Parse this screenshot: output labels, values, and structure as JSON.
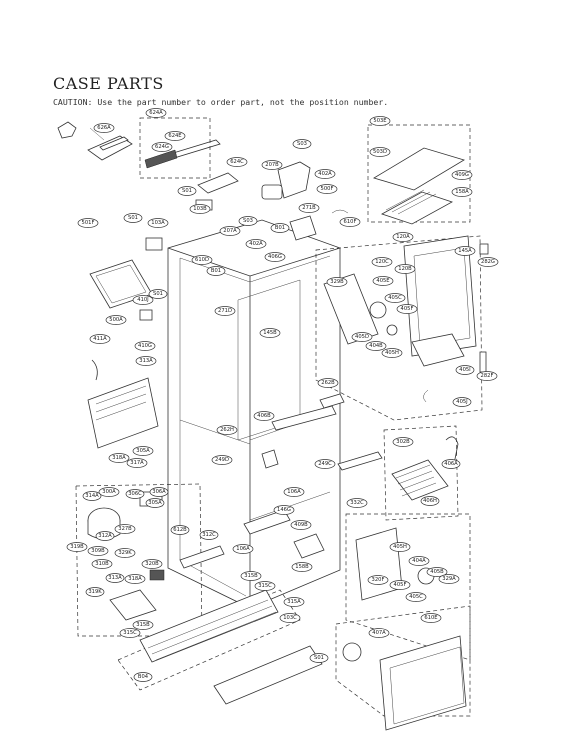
{
  "title": "CASE PARTS",
  "caution": "CAUTION: Use the part number to order part, not the position number.",
  "callouts": [
    "626A",
    "624A",
    "624E",
    "624G",
    "S03",
    "503E",
    "503D",
    "409G",
    "158A",
    "207B",
    "402A",
    "500F",
    "624C",
    "S01",
    "103B",
    "271B",
    "610F",
    "501F",
    "S01",
    "103A",
    "S03",
    "207A",
    "402A",
    "B01",
    "120A",
    "145A",
    "282G",
    "610D",
    "406G",
    "B01",
    "120C",
    "120B",
    "329B",
    "405E",
    "405C",
    "405F",
    "271D",
    "145B",
    "410J",
    "S01",
    "500A",
    "411A",
    "410G",
    "313A",
    "405D",
    "404B",
    "405H",
    "405I",
    "282F",
    "405J",
    "262B",
    "406B",
    "262H",
    "249D",
    "249C",
    "302B",
    "406A",
    "318A",
    "317A",
    "305A",
    "300A",
    "306A",
    "306C",
    "305A",
    "314A",
    "312A",
    "327B",
    "319B",
    "309B",
    "310B",
    "329K",
    "320B",
    "318A",
    "319K",
    "313A",
    "612B",
    "106A",
    "146G",
    "409B",
    "332C",
    "406H",
    "312C",
    "106A",
    "158B",
    "405H",
    "404A",
    "320F",
    "405F",
    "405B",
    "329A",
    "405C",
    "315B",
    "315C",
    "315A",
    "103C",
    "407A",
    "610E",
    "315B",
    "315C",
    "S01",
    "B04"
  ]
}
